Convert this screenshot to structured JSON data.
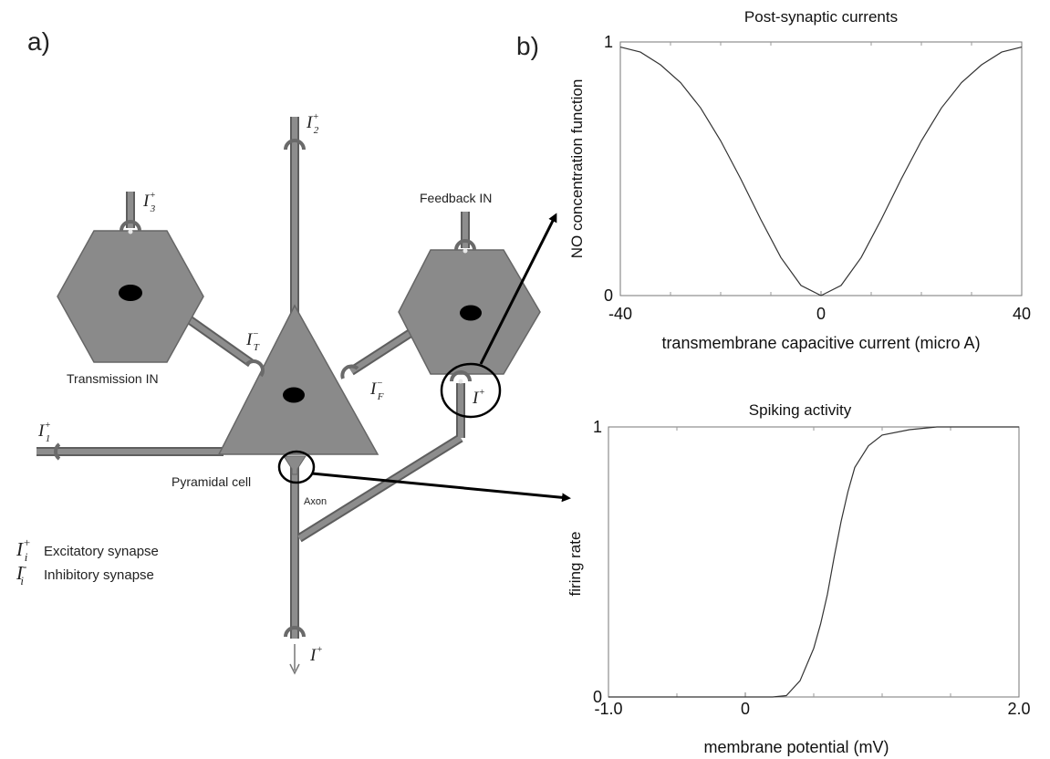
{
  "panel_a": {
    "label": "a)",
    "cells": {
      "transmission": "Transmission IN",
      "feedback": "Feedback IN",
      "pyramidal": "Pyramidal cell",
      "axon": "Axon"
    },
    "synapses": {
      "I2": {
        "base": "I",
        "sub": "2",
        "sup": "+"
      },
      "I3": {
        "base": "I",
        "sub": "3",
        "sup": "+"
      },
      "I1": {
        "base": "I",
        "sub": "1",
        "sup": "+"
      },
      "IT": {
        "base": "I",
        "sub": "T",
        "sup": "−"
      },
      "IF": {
        "base": "I",
        "sub": "F",
        "sup": "−"
      },
      "Iplus_feedback": {
        "base": "I",
        "sup": "+"
      },
      "Iplus_output": {
        "base": "I",
        "sup": "+"
      }
    },
    "legend": [
      {
        "base": "I",
        "sub": "i",
        "sup": "+",
        "text": "Excitatory synapse"
      },
      {
        "base": "I",
        "sub": "i",
        "sup": "-",
        "text": "Inhibitory synapse"
      }
    ]
  },
  "panel_b": {
    "label": "b)"
  },
  "chart_data": [
    {
      "type": "line",
      "title": "Post-synaptic currents",
      "xlabel": "transmembrane capacitive current (micro A)",
      "ylabel": "NO concentration function",
      "xlim": [
        -40,
        40
      ],
      "ylim": [
        0,
        1
      ],
      "xticks": [
        "-40",
        "0",
        "40"
      ],
      "yticks": [
        "0",
        "1"
      ],
      "grid": false,
      "series": [
        {
          "x": [
            -40,
            -36,
            -32,
            -28,
            -24,
            -20,
            -16,
            -12,
            -8,
            -4,
            0,
            4,
            8,
            12,
            16,
            20,
            24,
            28,
            32,
            36,
            40
          ],
          "y": [
            0.98,
            0.96,
            0.91,
            0.84,
            0.74,
            0.61,
            0.46,
            0.3,
            0.15,
            0.04,
            0.0,
            0.04,
            0.15,
            0.3,
            0.46,
            0.61,
            0.74,
            0.84,
            0.91,
            0.96,
            0.98
          ]
        }
      ]
    },
    {
      "type": "line",
      "title": "Spiking activity",
      "xlabel": "membrane potential (mV)",
      "ylabel": "firing rate",
      "xlim": [
        -1.0,
        2.0
      ],
      "ylim": [
        0,
        1
      ],
      "xticks": [
        "-1.0",
        "0",
        "2.0"
      ],
      "yticks": [
        "0",
        "1"
      ],
      "grid": false,
      "series": [
        {
          "x": [
            -1.0,
            -0.6,
            -0.2,
            0.0,
            0.2,
            0.3,
            0.4,
            0.5,
            0.55,
            0.6,
            0.65,
            0.7,
            0.75,
            0.8,
            0.9,
            1.0,
            1.2,
            1.4,
            1.6,
            1.8,
            2.0
          ],
          "y": [
            0.0,
            0.0,
            0.0,
            0.0,
            0.0,
            0.005,
            0.06,
            0.18,
            0.27,
            0.38,
            0.52,
            0.65,
            0.76,
            0.85,
            0.93,
            0.97,
            0.99,
            1.0,
            1.0,
            1.0,
            1.0
          ]
        }
      ]
    }
  ]
}
